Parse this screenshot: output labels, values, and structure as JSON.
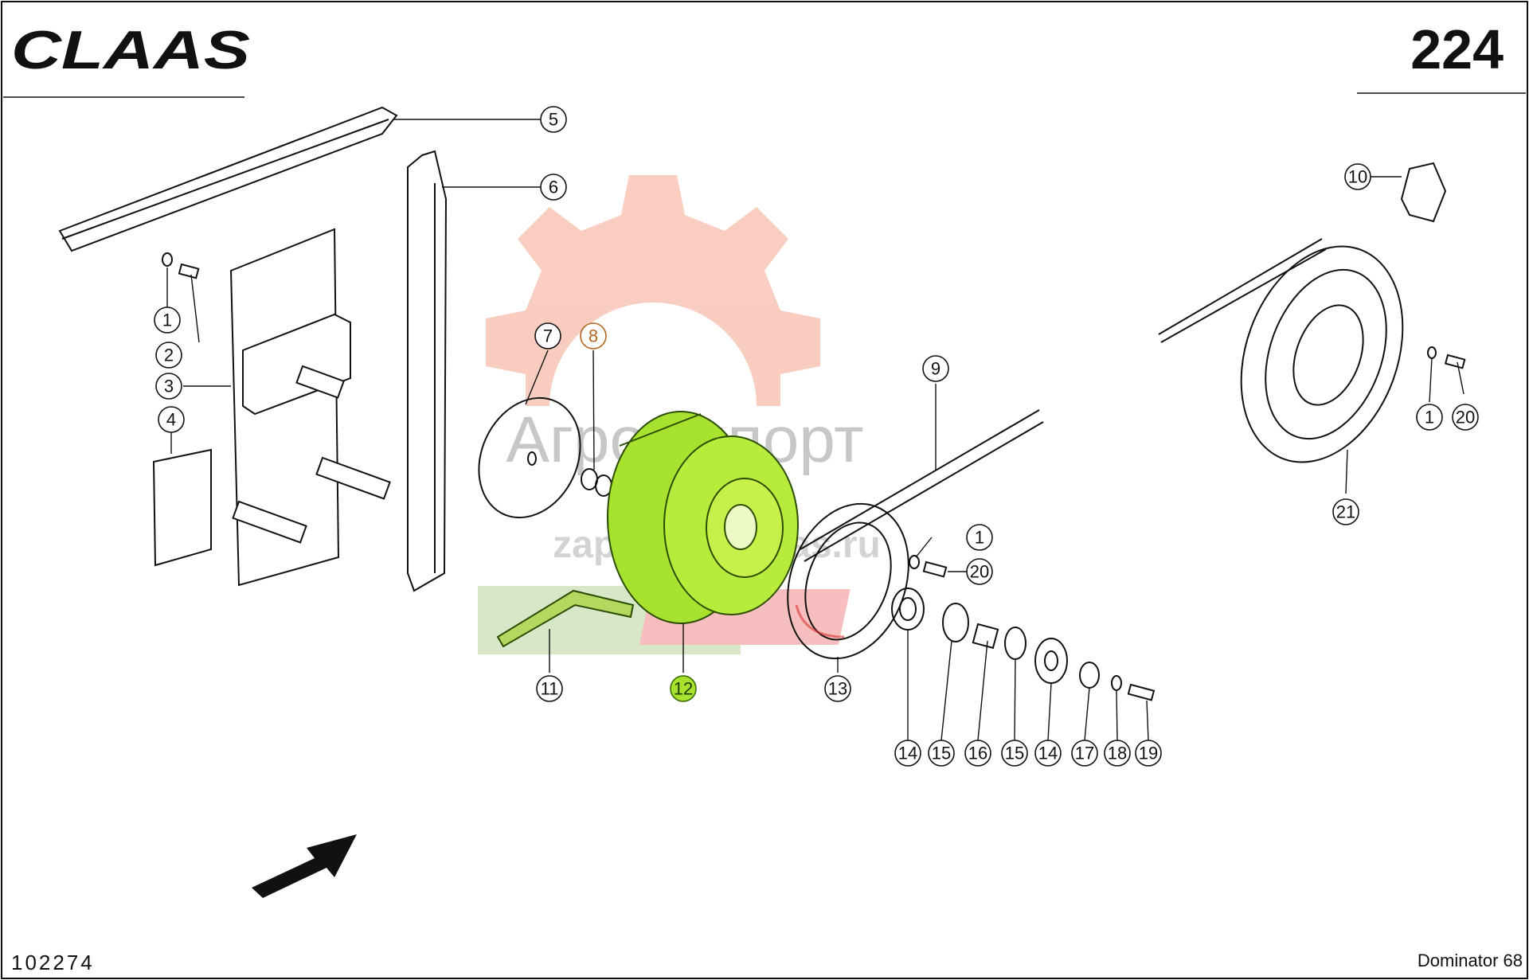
{
  "header": {
    "brand": "CLAAS",
    "page_number": "224"
  },
  "footer": {
    "drawing_number": "102274",
    "model": "Dominator 68"
  },
  "watermark": {
    "line1": "Агроимпорт",
    "line2": "zapчасти-claas.ru"
  },
  "colors": {
    "highlight_part": "#a6e22e",
    "highlight_label_8": "#b5651d",
    "watermark_gear": "#f4b9a8",
    "watermark_text": "#b8b8b8",
    "watermark_green": "#c8dcae",
    "watermark_red": "#f08a8a"
  },
  "callouts": {
    "c5": "5",
    "c6": "6",
    "c10": "10",
    "c1a": "1",
    "c2": "2",
    "c3": "3",
    "c4": "4",
    "c7": "7",
    "c8": "8",
    "c9": "9",
    "c1b": "1",
    "c20a": "20",
    "c1c": "1",
    "c20b": "20",
    "c21": "21",
    "c11": "11",
    "c12": "12",
    "c13": "13",
    "c14a": "14",
    "c15a": "15",
    "c16": "16",
    "c15b": "15",
    "c14b": "14",
    "c17": "17",
    "c18": "18",
    "c19": "19"
  }
}
